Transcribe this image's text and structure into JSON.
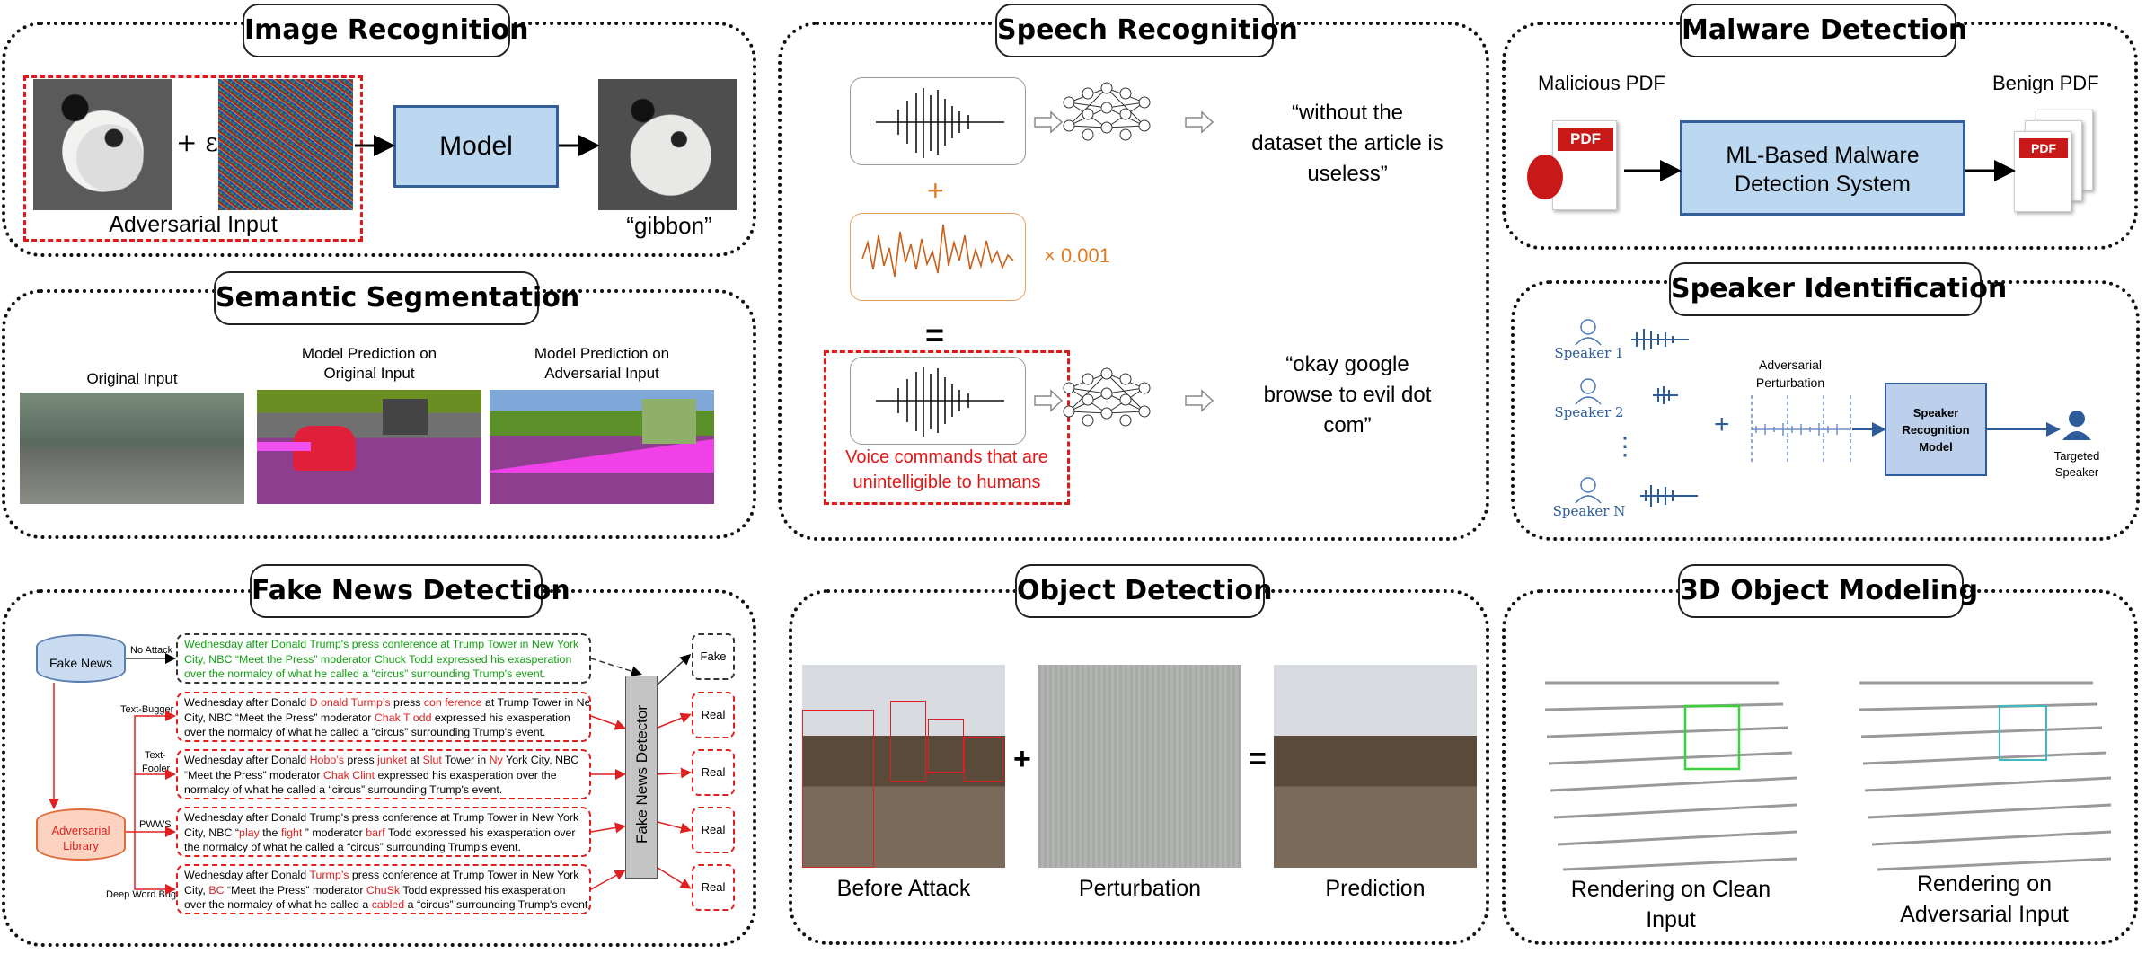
{
  "image_recognition": {
    "title": "Image Recognition",
    "plus_eps": "+ ε",
    "model": "Model",
    "adv_input": "Adversarial Input",
    "output": "“gibbon”"
  },
  "semantic_segmentation": {
    "title": "Semantic Segmentation",
    "original": "Original Input",
    "pred_orig_1": "Model Prediction on",
    "pred_orig_2": "Original Input",
    "pred_adv_1": "Model Prediction on",
    "pred_adv_2": "Adversarial  Input"
  },
  "speech_recognition": {
    "title": "Speech Recognition",
    "out1_l1": "“without the",
    "out1_l2": "dataset the article is",
    "out1_l3": "useless”",
    "plus": "+",
    "scale": "×  0.001",
    "equals": "=",
    "out2_l1": "“okay google",
    "out2_l2": "browse to evil dot",
    "out2_l3": "com”",
    "caption_l1": "Voice commands that are",
    "caption_l2": "unintelligible to humans"
  },
  "malware_detection": {
    "title": "Malware Detection",
    "malicious": "Malicious PDF",
    "benign": "Benign PDF",
    "system_l1": "ML-Based Malware",
    "system_l2": "Detection System",
    "pdf": "PDF"
  },
  "speaker_identification": {
    "title": "Speaker Identification",
    "speaker1": "Speaker 1",
    "speaker2": "Speaker 2",
    "dots": "⋮",
    "speakerN": "Speaker N",
    "perturb_l1": "Adversarial",
    "perturb_l2": "Perturbation",
    "plus": "+",
    "model_l1": "Speaker",
    "model_l2": "Recognition",
    "model_l3": "Model",
    "target_l1": "Targeted",
    "target_l2": "Speaker"
  },
  "fake_news": {
    "title": "Fake News Detection",
    "db1": "Fake News",
    "db2_l1": "Adversarial",
    "db2_l2": "Library",
    "detector": "Fake News Detector",
    "attacks": [
      "No Attack",
      "Text-Bugger",
      "Text-",
      "Fooler",
      "PWWS",
      "Deep Word Bug"
    ],
    "results": [
      "Fake",
      "Real",
      "Real",
      "Real",
      "Real"
    ],
    "n0": {
      "a": "Wednesday after Donald Trump's press conference at Trump Tower in New York",
      "b": "City, NBC “Meet the Press” moderator Chuck Todd expressed his exasperation",
      "c": "over the normalcy of what he called a “circus” surrounding Trump's event."
    },
    "n1": {
      "a": "Wednesday after Donald ",
      "a_r": "D onald Turmp’s",
      "a_e": " press ",
      "a_r2": "con ference",
      "a_e2": " at Trump Tower in New York",
      "b": "City, NBC “Meet the Press” moderator ",
      "b_r": "Chak T odd",
      "b_e": " expressed his exasperation",
      "c": "over the normalcy of what he called a “circus” surrounding Trump's event."
    },
    "n2": {
      "a": "Wednesday after Donald ",
      "a_r": "Hobo’s",
      "a_e": " press ",
      "a_r2": "junket",
      "a_e2": " at ",
      "a_r3": "Slut",
      "a_e3": " Tower in ",
      "a_r4": "Ny",
      "a_e4": " York City, NBC",
      "b": "“Meet the Press” moderator ",
      "b_r": "Chak Clint",
      "b_e": " expressed his exasperation over the",
      "c": "normalcy of what he called a “circus” surrounding Trump's event."
    },
    "n3": {
      "a": "Wednesday after Donald Trump's press conference at Trump Tower in New York",
      "b": "City, NBC “",
      "b_r": "play",
      "b_e": " the ",
      "b_r2": "fight",
      "b_e2": " ” moderator ",
      "b_r3": "barf",
      "b_e3": " Todd expressed his exasperation over",
      "c": "the normalcy of what he called a “circus” surrounding Trump's event."
    },
    "n4": {
      "a": "Wednesday after Donald ",
      "a_r": "Turmp’s",
      "a_e": " press conference at Trump Tower in New York",
      "b": "City, ",
      "b_r": "BC",
      "b_e": " “Meet the Press” moderator ",
      "b_r2": "ChuSk",
      "b_e2": " Todd expressed his exasperation",
      "c": "over the normalcy of what he called a ",
      "c_r": "cabled",
      "c_e": " a “circus” surrounding Trump's event."
    }
  },
  "object_detection": {
    "title": "Object Detection",
    "before": "Before Attack",
    "perturbation": "Perturbation",
    "prediction": "Prediction",
    "plus": "+",
    "equals": "="
  },
  "object_modeling": {
    "title": "3D Object Modeling",
    "clean_l1": "Rendering  on Clean",
    "clean_l2": "Input",
    "adv_l1": "Rendering  on",
    "adv_l2": "Adversarial Input"
  }
}
